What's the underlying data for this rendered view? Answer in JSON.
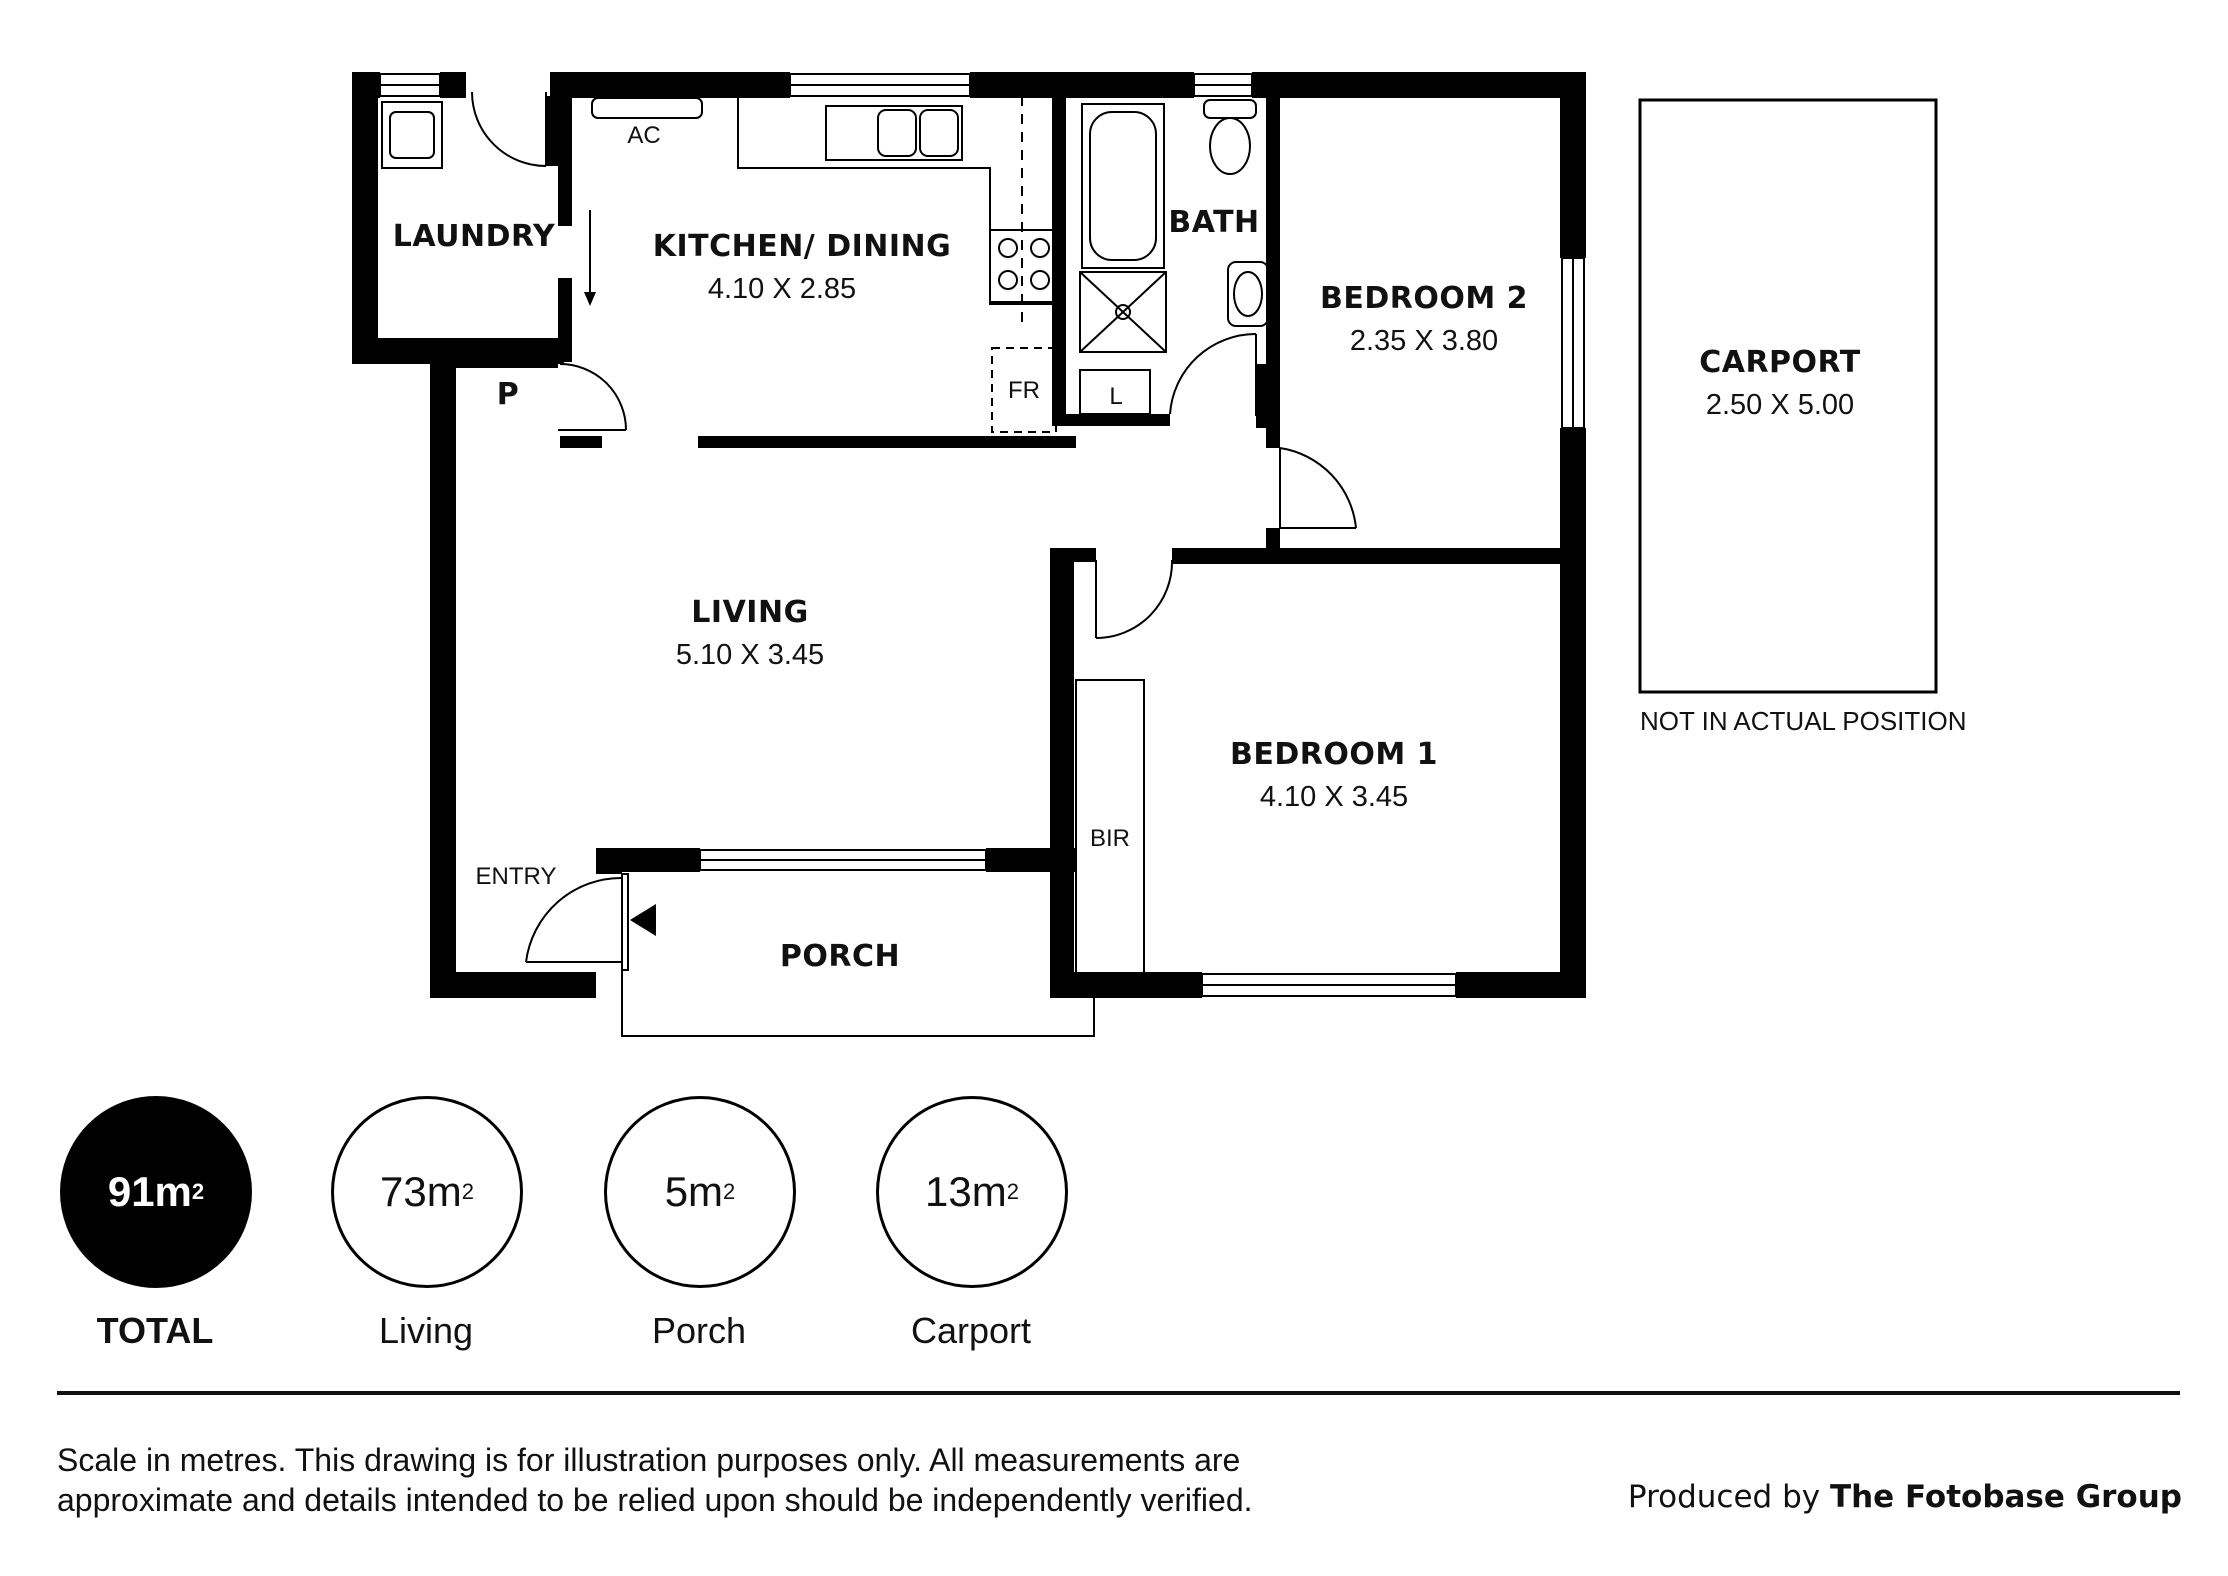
{
  "rooms": {
    "laundry": {
      "name": "LAUNDRY"
    },
    "kitchen": {
      "name": "KITCHEN/ DINING",
      "dims": "4.10 X 2.85"
    },
    "bath": {
      "name": "BATH"
    },
    "bedroom2": {
      "name": "BEDROOM 2",
      "dims": "2.35 X 3.80"
    },
    "living": {
      "name": "LIVING",
      "dims": "5.10 X 3.45"
    },
    "bedroom1": {
      "name": "BEDROOM 1",
      "dims": "4.10 X 3.45"
    },
    "porch": {
      "name": "PORCH"
    },
    "carport": {
      "name": "CARPORT",
      "dims": "2.50 X 5.00"
    }
  },
  "fixtures": {
    "ac": "AC",
    "pantry": "P",
    "fridge": "FR",
    "linen": "L",
    "bir": "BIR",
    "entry": "ENTRY"
  },
  "carport_note": "NOT IN ACTUAL POSITION",
  "areas": {
    "total": {
      "value": "91m",
      "sup": "2",
      "label": "TOTAL"
    },
    "living": {
      "value": "73m",
      "sup": "2",
      "label": "Living"
    },
    "porch": {
      "value": "5m",
      "sup": "2",
      "label": "Porch"
    },
    "carport": {
      "value": "13m",
      "sup": "2",
      "label": "Carport"
    }
  },
  "disclaimer": {
    "line1": "Scale in metres. This drawing is for illustration purposes only. All measurements are",
    "line2": "approximate and details intended to be relied upon should be independently verified."
  },
  "credit": {
    "prefix": "Produced by ",
    "company": "The Fotobase Group"
  }
}
